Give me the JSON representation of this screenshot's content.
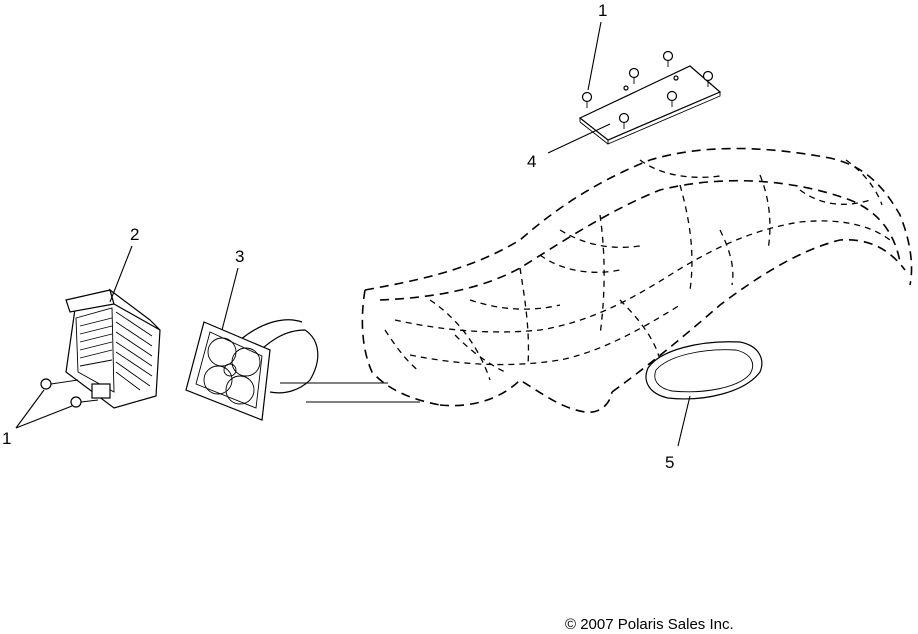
{
  "callouts": {
    "label_1_top": "1",
    "label_1_left": "1",
    "label_2": "2",
    "label_3": "3",
    "label_4": "4",
    "label_5": "5"
  },
  "copyright": "© 2007 Polaris Sales Inc."
}
